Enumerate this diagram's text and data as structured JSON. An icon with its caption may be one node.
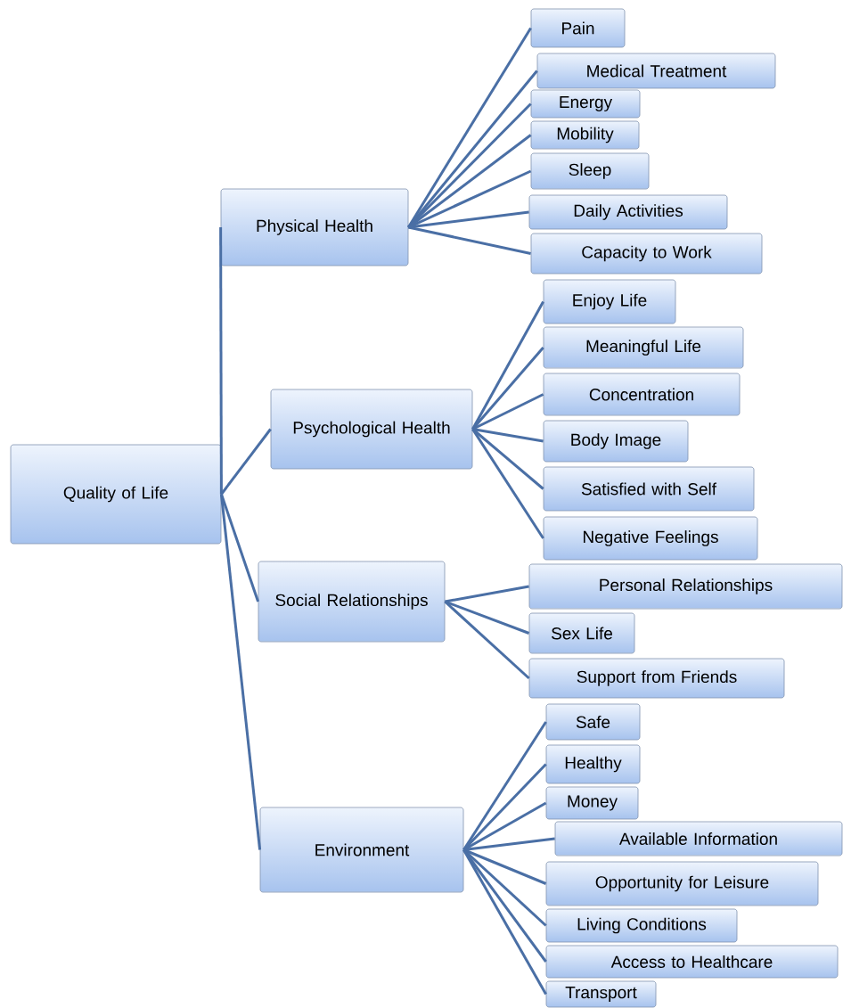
{
  "diagram": {
    "nodes": [
      {
        "text": [
          "Quality of Life"
        ]
      },
      {
        "text": [
          "Physical Health"
        ]
      },
      {
        "text": [
          "Psychological Health"
        ]
      },
      {
        "text": [
          "Social Relationships"
        ]
      },
      {
        "text": [
          "Environment"
        ]
      },
      {
        "text": [
          "Pain"
        ]
      },
      {
        "text": [
          "Medical Treatment"
        ]
      },
      {
        "text": [
          "Energy"
        ]
      },
      {
        "text": [
          "Mobility"
        ]
      },
      {
        "text": [
          "Sleep"
        ]
      },
      {
        "text": [
          "Daily Activities"
        ]
      },
      {
        "text": [
          "Capacity to Work"
        ]
      },
      {
        "text": [
          "Enjoy Life"
        ]
      },
      {
        "text": [
          "Meaningful Life"
        ]
      },
      {
        "text": [
          "Concentration"
        ]
      },
      {
        "text": [
          "Body Image"
        ]
      },
      {
        "text": [
          "Satisfied with Self"
        ]
      },
      {
        "text": [
          "Negative Feelings"
        ]
      },
      {
        "text": [
          "Personal Relationships"
        ]
      },
      {
        "text": [
          "Sex Life"
        ]
      },
      {
        "text": [
          "Support from Friends"
        ]
      },
      {
        "text": [
          "Safe"
        ]
      },
      {
        "text": [
          "Healthy"
        ]
      },
      {
        "text": [
          "Money"
        ]
      },
      {
        "text": [
          "Available Information"
        ]
      },
      {
        "text": [
          "Opportunity for Leisure"
        ]
      },
      {
        "text": [
          "Living Conditions"
        ]
      },
      {
        "text": [
          "Access to Healthcare"
        ]
      },
      {
        "text": [
          "Transport"
        ]
      }
    ],
    "edges": [
      {
        "from": 0,
        "to": 1,
        "arrow": "none"
      },
      {
        "from": 0,
        "to": 2,
        "arrow": "none"
      },
      {
        "from": 0,
        "to": 3,
        "arrow": "none"
      },
      {
        "from": 0,
        "to": 4,
        "arrow": "none"
      },
      {
        "from": 1,
        "to": 5,
        "arrow": "none"
      },
      {
        "from": 1,
        "to": 6,
        "arrow": "none"
      },
      {
        "from": 1,
        "to": 7,
        "arrow": "none"
      },
      {
        "from": 1,
        "to": 8,
        "arrow": "none"
      },
      {
        "from": 1,
        "to": 9,
        "arrow": "none"
      },
      {
        "from": 1,
        "to": 10,
        "arrow": "none"
      },
      {
        "from": 1,
        "to": 11,
        "arrow": "none"
      },
      {
        "from": 2,
        "to": 12,
        "arrow": "none"
      },
      {
        "from": 2,
        "to": 13,
        "arrow": "none"
      },
      {
        "from": 2,
        "to": 14,
        "arrow": "none"
      },
      {
        "from": 2,
        "to": 15,
        "arrow": "none"
      },
      {
        "from": 2,
        "to": 16,
        "arrow": "none"
      },
      {
        "from": 2,
        "to": 17,
        "arrow": "none"
      },
      {
        "from": 3,
        "to": 18,
        "arrow": "none"
      },
      {
        "from": 3,
        "to": 19,
        "arrow": "none"
      },
      {
        "from": 3,
        "to": 20,
        "arrow": "none"
      },
      {
        "from": 4,
        "to": 21,
        "arrow": "none"
      },
      {
        "from": 4,
        "to": 22,
        "arrow": "none"
      },
      {
        "from": 4,
        "to": 23,
        "arrow": "none"
      },
      {
        "from": 4,
        "to": 24,
        "arrow": "none"
      },
      {
        "from": 4,
        "to": 25,
        "arrow": "none"
      },
      {
        "from": 4,
        "to": 26,
        "arrow": "none"
      },
      {
        "from": 4,
        "to": 27,
        "arrow": "none"
      },
      {
        "from": 4,
        "to": 28,
        "arrow": "none"
      }
    ]
  }
}
